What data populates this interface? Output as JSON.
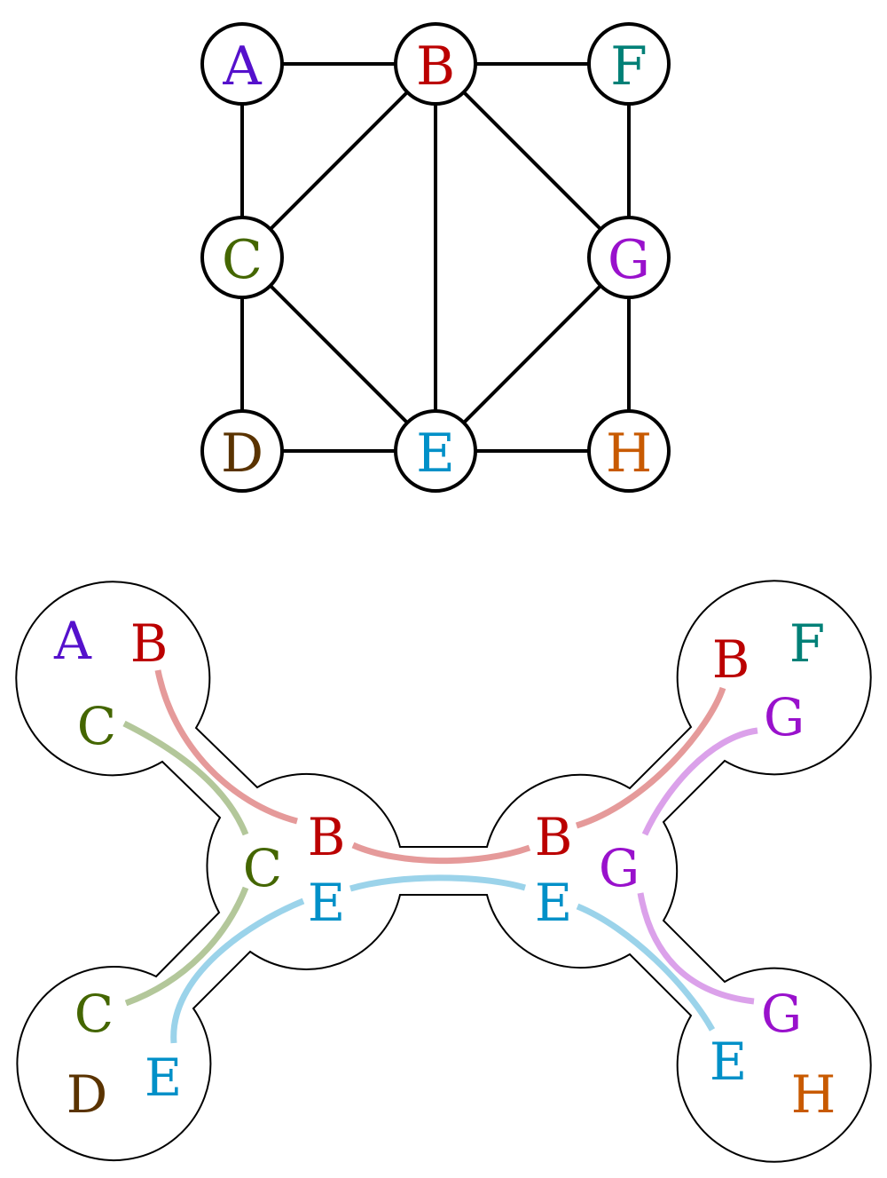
{
  "colors": {
    "A": "#5511cc",
    "B": "#bb0000",
    "C": "#446600",
    "D": "#5a3300",
    "E": "#0090c8",
    "F": "#008077",
    "G": "#9911cc",
    "H": "#c85a00"
  },
  "path_colors": {
    "B": "#e59a9a",
    "C": "#b3c79a",
    "E": "#9bd3ea",
    "G": "#dba1ea"
  },
  "graph": {
    "nodes": [
      {
        "id": "A",
        "label": "A"
      },
      {
        "id": "B",
        "label": "B"
      },
      {
        "id": "F",
        "label": "F"
      },
      {
        "id": "C",
        "label": "C"
      },
      {
        "id": "G",
        "label": "G"
      },
      {
        "id": "D",
        "label": "D"
      },
      {
        "id": "E",
        "label": "E"
      },
      {
        "id": "H",
        "label": "H"
      }
    ],
    "edges": [
      [
        "A",
        "B"
      ],
      [
        "B",
        "F"
      ],
      [
        "A",
        "C"
      ],
      [
        "B",
        "C"
      ],
      [
        "B",
        "E"
      ],
      [
        "B",
        "G"
      ],
      [
        "F",
        "G"
      ],
      [
        "C",
        "E"
      ],
      [
        "G",
        "E"
      ],
      [
        "C",
        "D"
      ],
      [
        "G",
        "H"
      ],
      [
        "D",
        "E"
      ],
      [
        "E",
        "H"
      ]
    ]
  },
  "decomposition": {
    "bags": [
      {
        "id": "bag-abc",
        "labels": [
          "A",
          "B",
          "C"
        ]
      },
      {
        "id": "bag-bce",
        "labels": [
          "C",
          "B",
          "E"
        ]
      },
      {
        "id": "bag-cde",
        "labels": [
          "C",
          "D",
          "E"
        ]
      },
      {
        "id": "bag-beg",
        "labels": [
          "B",
          "G",
          "E"
        ]
      },
      {
        "id": "bag-bfg",
        "labels": [
          "B",
          "F",
          "G"
        ]
      },
      {
        "id": "bag-egh",
        "labels": [
          "G",
          "E",
          "H"
        ]
      }
    ],
    "tree_edges": [
      [
        "bag-abc",
        "bag-bce"
      ],
      [
        "bag-cde",
        "bag-bce"
      ],
      [
        "bag-bce",
        "bag-beg"
      ],
      [
        "bag-beg",
        "bag-bfg"
      ],
      [
        "bag-beg",
        "bag-egh"
      ]
    ]
  }
}
